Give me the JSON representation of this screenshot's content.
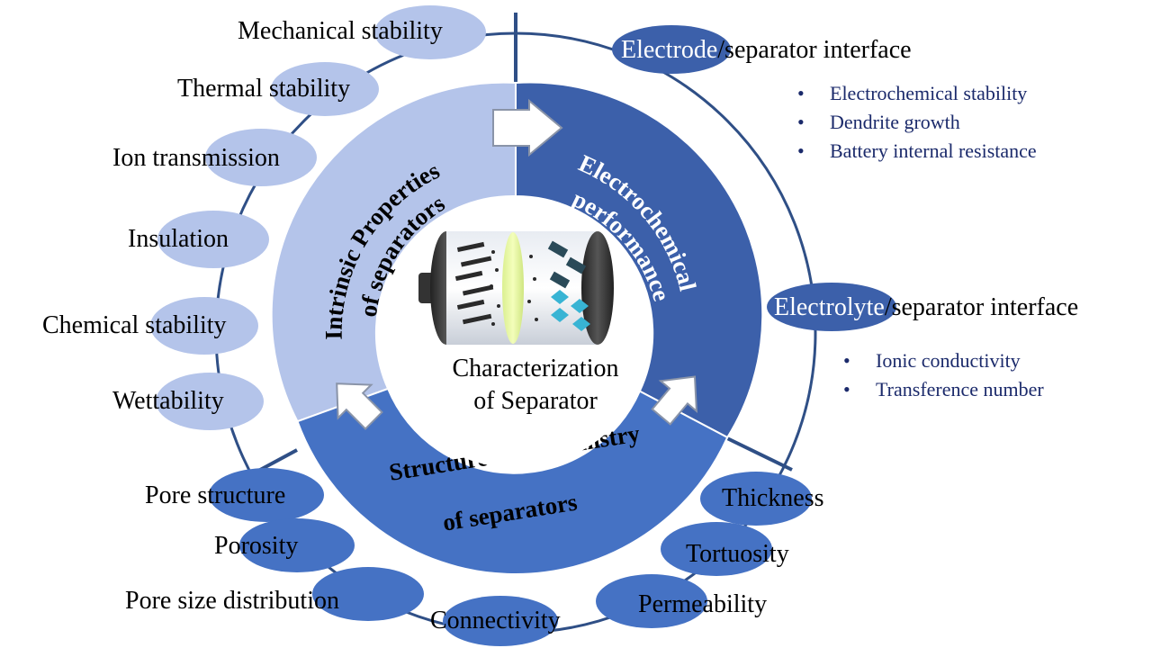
{
  "center": {
    "line1": "Characterization",
    "line2": "of Separator"
  },
  "ring": {
    "intrinsic": {
      "line1": "Intrinsic Properties",
      "line2": "of separators"
    },
    "electrochemical": {
      "line1": "Electrochemical",
      "line2": "performance"
    },
    "structure": {
      "line1": "Structure and chemistry",
      "line2": "of separators"
    }
  },
  "intrinsic_items": [
    "Mechanical stability",
    "Thermal stability",
    "Ion transmission",
    "Insulation",
    "Chemical stability",
    "Wettability"
  ],
  "structure_items": [
    "Pore structure",
    "Porosity",
    "Pore size distribution",
    "Connectivity",
    "Permeability",
    "Tortuosity",
    "Thickness"
  ],
  "electrode_interface": {
    "highlight": "Electrode",
    "rest": "/separator interface",
    "bullets": [
      "Electrochemical stability",
      "Dendrite growth",
      "Battery internal resistance"
    ]
  },
  "electrolyte_interface": {
    "highlight": "Electrolyte",
    "rest": "/separator interface",
    "bullets": [
      "Ionic conductivity",
      "Transference number"
    ]
  },
  "colors": {
    "light": "#b4c4ea",
    "dark": "#3c60aa",
    "medium": "#4572c4",
    "outline": "#2f4f86",
    "bullet_text": "#1b2a6b"
  }
}
